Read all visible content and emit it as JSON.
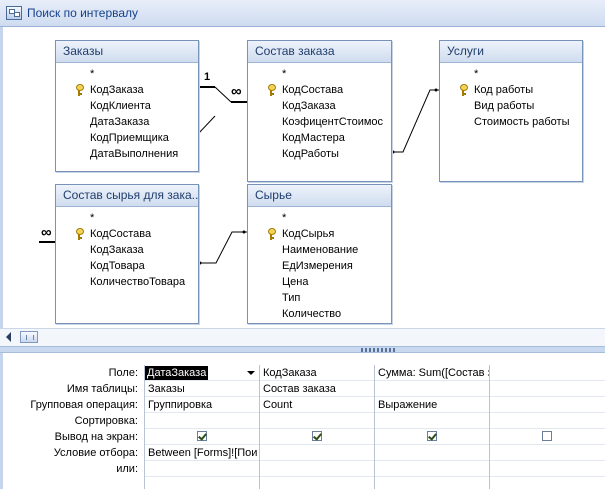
{
  "window": {
    "title": "Поиск по интервалу"
  },
  "tables": {
    "zakazy": {
      "title": "Заказы",
      "fields": [
        "*",
        "КодЗаказа",
        "КодКлиента",
        "ДатаЗаказа",
        "КодПриемщика",
        "ДатаВыполнения"
      ],
      "key_index": 1
    },
    "sostav_zakaza": {
      "title": "Состав заказа",
      "fields": [
        "*",
        "КодСостава",
        "КодЗаказа",
        "КоэфицентСтоимос",
        "КодМастера",
        "КодРаботы"
      ],
      "key_index": 1
    },
    "uslugi": {
      "title": "Услуги",
      "fields": [
        "*",
        "Код работы",
        "Вид работы",
        "Стоимость работы"
      ],
      "key_index": 1
    },
    "sostav_syrya": {
      "title": "Состав сырья для зака...",
      "fields": [
        "*",
        "КодСостава",
        "КодЗаказа",
        "КодТовара",
        "КоличествоТовара"
      ],
      "key_index": 1
    },
    "syrye": {
      "title": "Сырье",
      "fields": [
        "*",
        "КодСырья",
        "Наименование",
        "ЕдИзмерения",
        "Цена",
        "Тип",
        "Количество"
      ],
      "key_index": 1
    }
  },
  "relations": {
    "one_symbol": "1",
    "many_symbol": "∞"
  },
  "qbe": {
    "row_labels": [
      "Поле:",
      "Имя таблицы:",
      "Групповая операция:",
      "Сортировка:",
      "Вывод на экран:",
      "Условие отбора:",
      "или:"
    ],
    "columns": [
      {
        "field": "ДатаЗаказа",
        "table": "Заказы",
        "group": "Группировка",
        "sort": "",
        "show": true,
        "criteria": "Between [Forms]![Пои",
        "or": ""
      },
      {
        "field": "КодЗаказа",
        "table": "Состав заказа",
        "group": "Count",
        "sort": "",
        "show": true,
        "criteria": "",
        "or": ""
      },
      {
        "field": "Сумма: Sum([Состав з",
        "table": "",
        "group": "Выражение",
        "sort": "",
        "show": true,
        "criteria": "",
        "or": ""
      },
      {
        "field": "",
        "table": "",
        "group": "",
        "sort": "",
        "show": false,
        "criteria": "",
        "or": ""
      }
    ]
  },
  "colors": {
    "title_text": "#15428b",
    "frame": "#c4d5ec",
    "table_border": "#7793bc"
  }
}
